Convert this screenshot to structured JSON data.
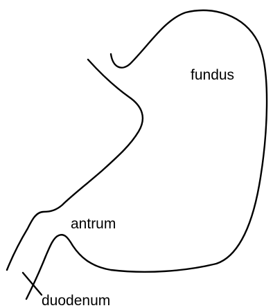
{
  "diagram": {
    "labels": {
      "fundus": "fundus",
      "antrum": "antrum",
      "duodenum": "duodenum"
    },
    "colors": {
      "stroke": "#000000",
      "background": "#ffffff"
    }
  }
}
